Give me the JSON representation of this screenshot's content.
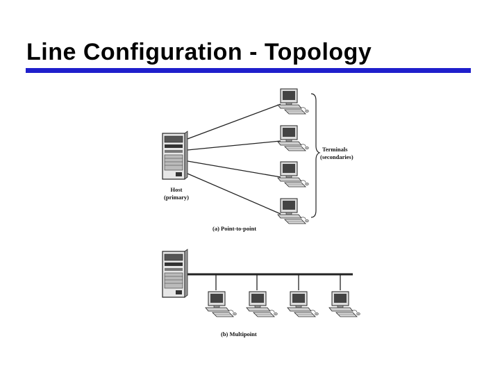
{
  "slide": {
    "title": "Line Configuration - Topology"
  },
  "colors": {
    "title_rule": "#1f1fcc",
    "lines": "#222222"
  },
  "diagram_a": {
    "host_label_line1": "Host",
    "host_label_line2": "(primary)",
    "terminals_label_line1": "Terminals",
    "terminals_label_line2": "(secondaries)",
    "caption": "(a) Point-to-point"
  },
  "diagram_b": {
    "caption": "(b) Multipoint"
  },
  "icons": {
    "host": "server-tower-icon",
    "terminal": "computer-terminal-icon"
  }
}
